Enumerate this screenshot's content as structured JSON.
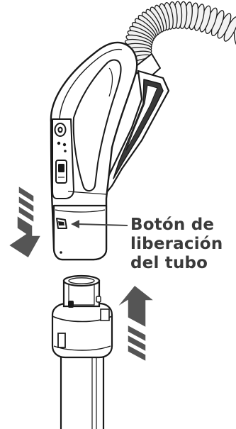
{
  "callout": {
    "label_lines": [
      "Botón de",
      "liberación",
      "del tubo"
    ]
  },
  "colors": {
    "stroke": "#1a1a1a",
    "arrow": "#555555",
    "arrow_outline": "#ffffff",
    "hose_ring": "#f2f2f2",
    "handle_fill": "#ffffff",
    "panel_fill": "#ffffff"
  },
  "icons": {
    "down_arrow": "arrow-down-icon",
    "up_arrow": "arrow-up-icon",
    "pointer": "arrow-left-icon"
  }
}
